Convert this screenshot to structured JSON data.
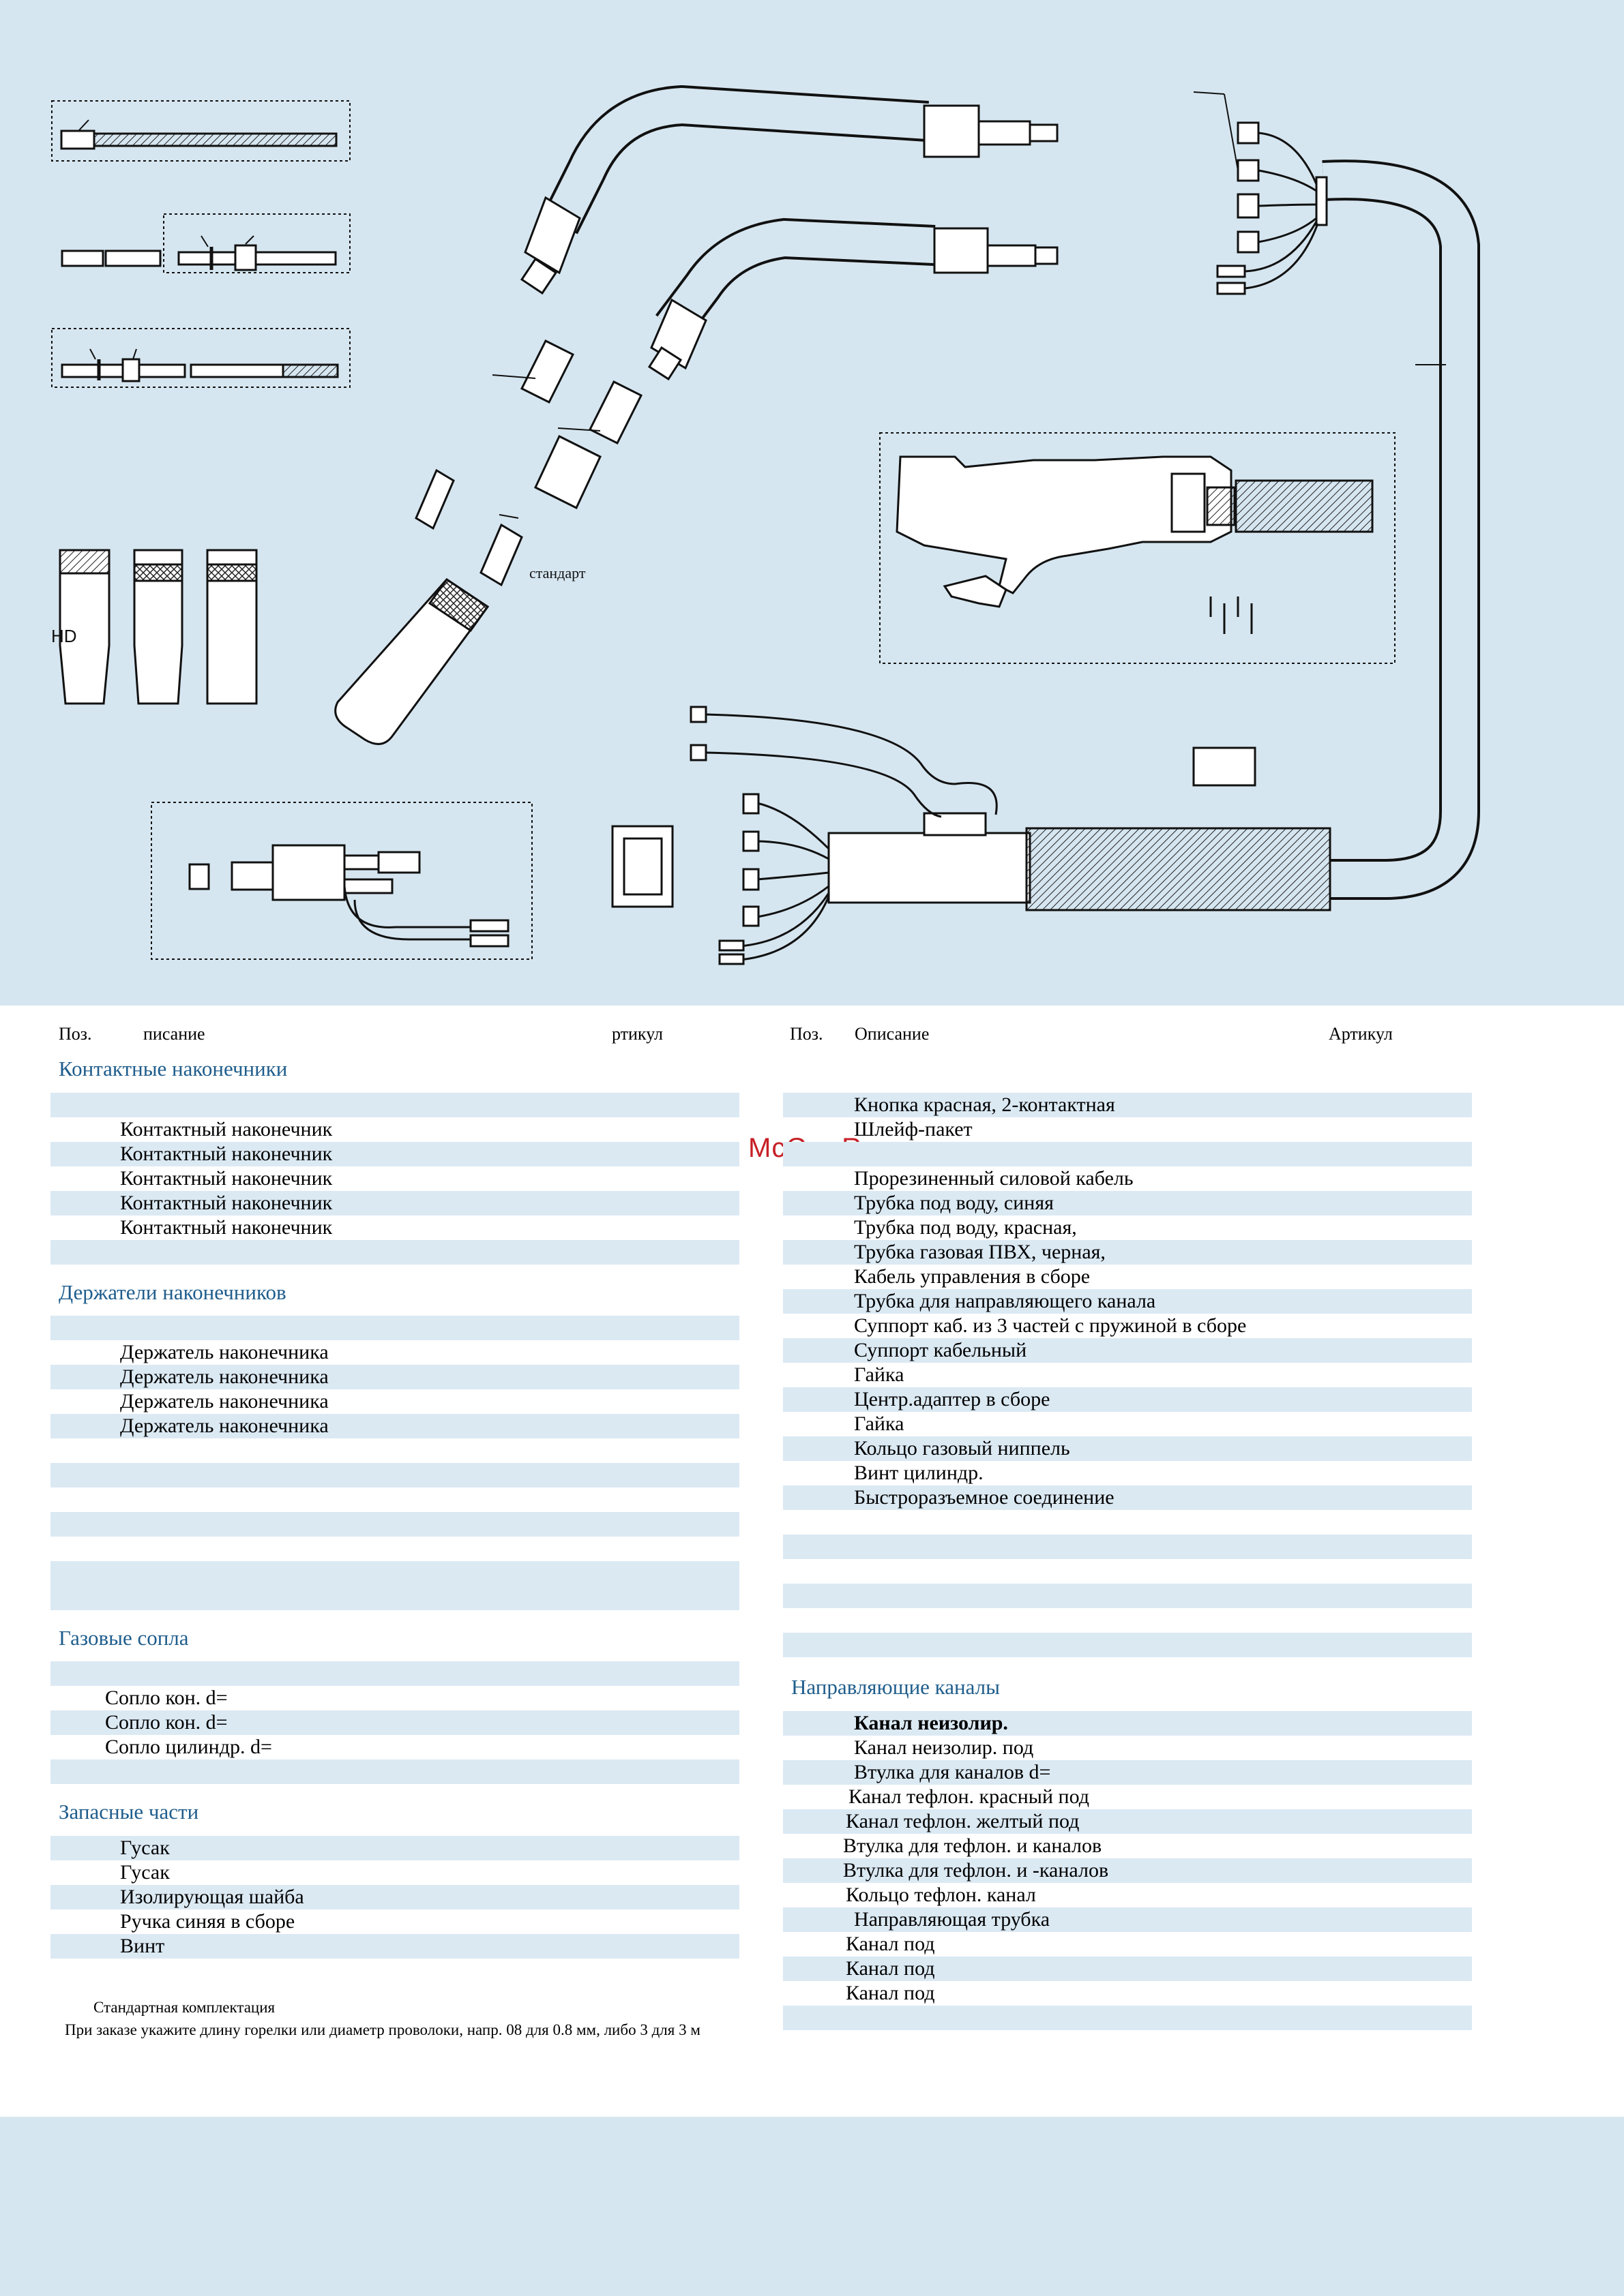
{
  "diagram": {
    "standard_label": "стандарт",
    "hd_label": "HD"
  },
  "left_header": {
    "pos": "Поз.",
    "desc": "писание",
    "article": "ртикул"
  },
  "right_header": {
    "pos": "Поз.",
    "desc": "Описание",
    "article": "Артикул"
  },
  "left_sections": {
    "contact_tips": {
      "title": "Контактные наконечники",
      "items": [
        "",
        "Контактный наконечник",
        "Контактный наконечник",
        "Контактный наконечник",
        "Контактный наконечник",
        "Контактный наконечник",
        ""
      ]
    },
    "tip_holders": {
      "title": "Держатели наконечников",
      "items": [
        "",
        "Держатель наконечника",
        "Держатель наконечника",
        "Держатель наконечника",
        "Держатель наконечника",
        "",
        "",
        "",
        "",
        "",
        "",
        ""
      ]
    },
    "gas_nozzles": {
      "title": "Газовые сопла",
      "items": [
        "",
        "Сопло кон. d=",
        "Сопло кон.  d=",
        "Сопло цилиндр. d=",
        ""
      ]
    },
    "spare_parts": {
      "title": "Запасные части",
      "items": [
        "Гусак",
        "Гусак",
        "Изолирующая шайба",
        "Ручка синяя в сборе",
        "Винт"
      ]
    }
  },
  "right_parts": {
    "items": [
      "Кнопка красная, 2-контактная",
      "Шлейф-пакет",
      "",
      "Прорезиненный силовой кабель",
      "Трубка под воду, синяя",
      "Трубка под воду, красная,",
      "Трубка газовая ПВХ, черная,",
      "Кабель управления               в сборе",
      "Трубка для направляющего канала",
      "Суппорт каб. из 3 частей с пружиной в сборе",
      "Суппорт кабельный",
      "Гайка",
      "Центр.адаптер в сборе",
      "Гайка",
      "Кольцо                     газовый ниппель",
      "Винт цилиндр.",
      "Быстроразъемное соединение",
      "",
      "",
      "",
      "",
      "",
      ""
    ]
  },
  "guide_channels": {
    "title": "Направляющие каналы",
    "items": [
      "Канал неизолир.",
      "Канал неизолир.                 под",
      "Втулка для каналов d=",
      "Канал  тефлон.  красный                    под",
      "Канал тефлон. желтый                  под",
      "Втулка для тефлон. и       каналов",
      "Втулка для тефлон. и      -каналов",
      "Кольцо                           тефлон. канал",
      "Направляющая трубка",
      "Канал                             под",
      "Канал                            под",
      "Канал                            под",
      ""
    ]
  },
  "notes": {
    "standard_kit": "Стандартная комплектация",
    "order_hint": "При заказе укажите длину горелки или диаметр проволоки, напр. 08 для 0.8 мм, либо 3 для 3 м"
  },
  "watermark": "McGrp.Ru"
}
